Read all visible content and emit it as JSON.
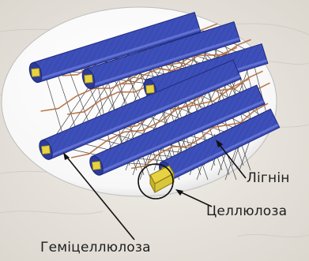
{
  "labels": {
    "lignin": "Лігнін",
    "cellulose": "Целлюлоза",
    "hemicellulose": "Геміцеллюлоза"
  },
  "colors": {
    "background": "#e9e5df",
    "fiber": "#3d4fb8",
    "fiber_dark": "#1f2a7a",
    "fiber_light": "#6f80e0",
    "fiber_end": "#e6d243",
    "hemicellulose_mesh": "#2a2a2a",
    "lignin_strands": "#b26a3a",
    "leader_lines": "#111111"
  }
}
